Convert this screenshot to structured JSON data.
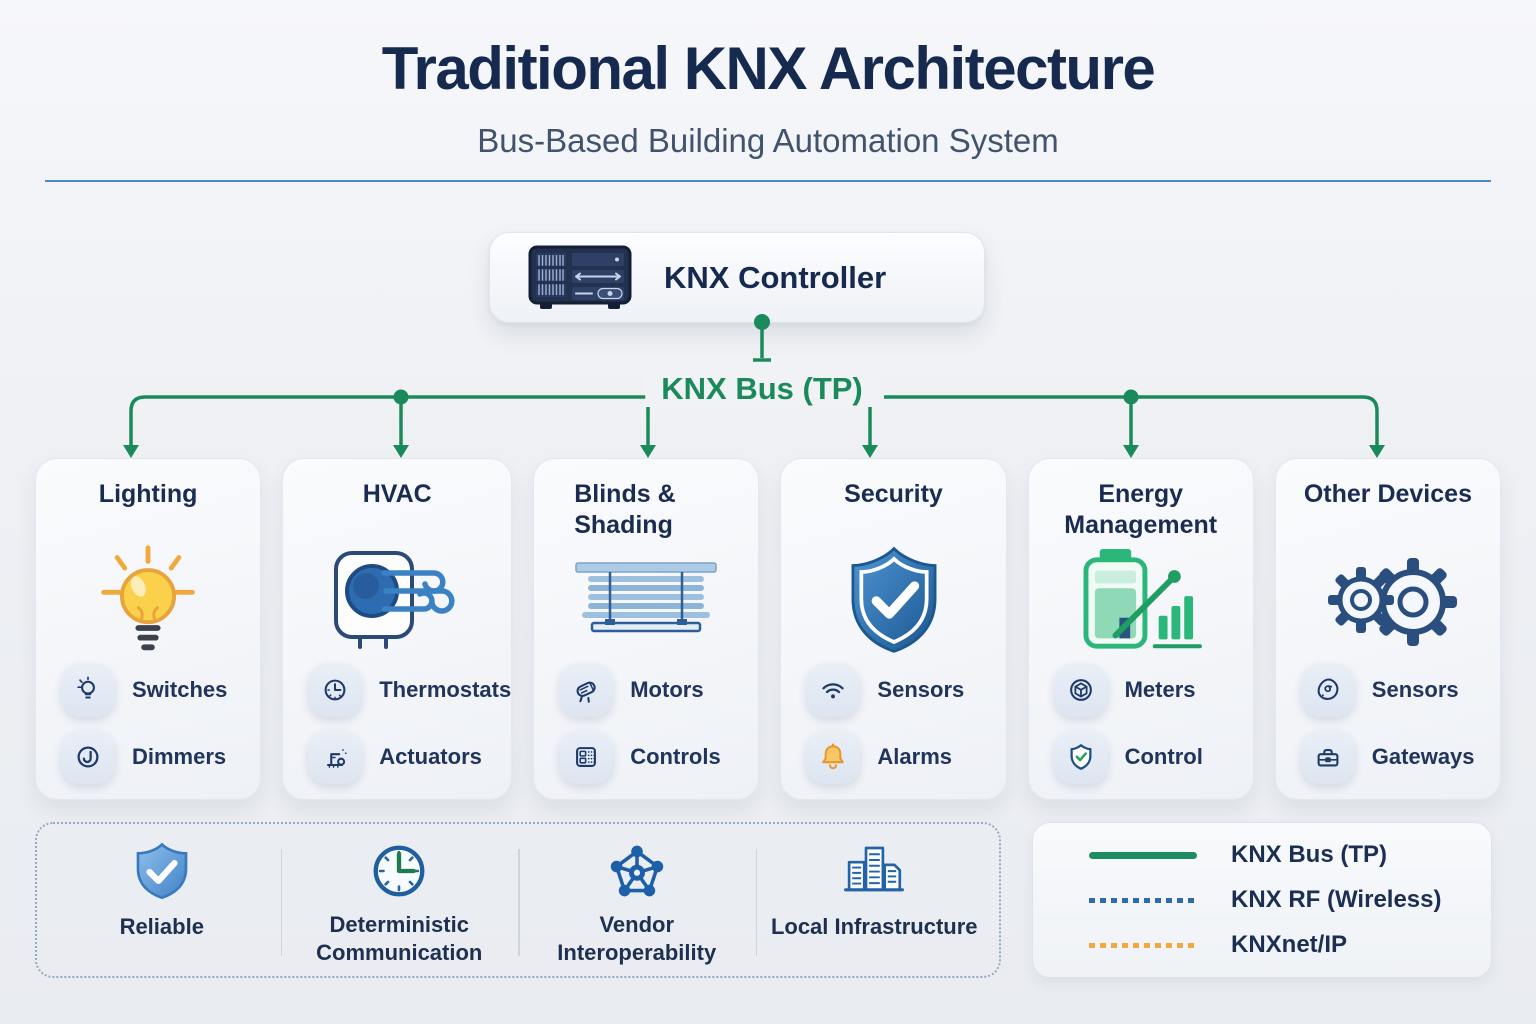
{
  "header": {
    "title": "Traditional KNX Architecture",
    "subtitle": "Bus-Based Building Automation System"
  },
  "controller": {
    "label": "KNX Controller",
    "icon": "server-icon"
  },
  "bus": {
    "label": "KNX Bus (TP)",
    "color": "#1b8a5a"
  },
  "cards": [
    {
      "title": "Lighting",
      "icon": "lightbulb-icon",
      "items": [
        {
          "icon": "switch-bulb-icon",
          "label": "Switches"
        },
        {
          "icon": "dimmer-dial-icon",
          "label": "Dimmers"
        }
      ]
    },
    {
      "title": "HVAC",
      "icon": "ventilation-unit-icon",
      "items": [
        {
          "icon": "clock-icon",
          "label": "Thermostats"
        },
        {
          "icon": "actuator-icon",
          "label": "Actuators"
        }
      ]
    },
    {
      "title": "Blinds & Shading",
      "icon": "window-blinds-icon",
      "items": [
        {
          "icon": "motor-icon",
          "label": "Motors"
        },
        {
          "icon": "keypad-icon",
          "label": "Controls"
        }
      ]
    },
    {
      "title": "Security",
      "icon": "shield-check-icon",
      "items": [
        {
          "icon": "wifi-icon",
          "label": "Sensors"
        },
        {
          "icon": "bell-icon",
          "label": "Alarms"
        }
      ]
    },
    {
      "title": "Energy Management",
      "icon": "battery-chart-icon",
      "items": [
        {
          "icon": "meter-cube-icon",
          "label": "Meters"
        },
        {
          "icon": "shield-small-icon",
          "label": "Control"
        }
      ]
    },
    {
      "title": "Other Devices",
      "icon": "gears-icon",
      "items": [
        {
          "icon": "sensor-blob-icon",
          "label": "Sensors"
        },
        {
          "icon": "gateway-box-icon",
          "label": "Gateways"
        }
      ]
    }
  ],
  "features": [
    {
      "icon": "shield-badge-icon",
      "label": "Reliable"
    },
    {
      "icon": "clock-badge-icon",
      "label": "Deterministic Communication"
    },
    {
      "icon": "network-icon",
      "label": "Vendor Interoperability"
    },
    {
      "icon": "buildings-icon",
      "label": "Local Infrastructure"
    }
  ],
  "legend": {
    "items": [
      {
        "line": "solid",
        "color": "#1e8e62",
        "label": "KNX Bus (TP)"
      },
      {
        "line": "dotted",
        "color": "#2d6ca8",
        "label": "KNX RF (Wireless)"
      },
      {
        "line": "dotted",
        "color": "#f2a93b",
        "label": "KNXnet/IP"
      }
    ]
  },
  "colors": {
    "bus_green": "#1b8a5a",
    "navy_text": "#16294e",
    "divider_blue": "#4e88c2",
    "alarm_orange": "#f2a33c",
    "card_border": "#e3e7ef"
  }
}
